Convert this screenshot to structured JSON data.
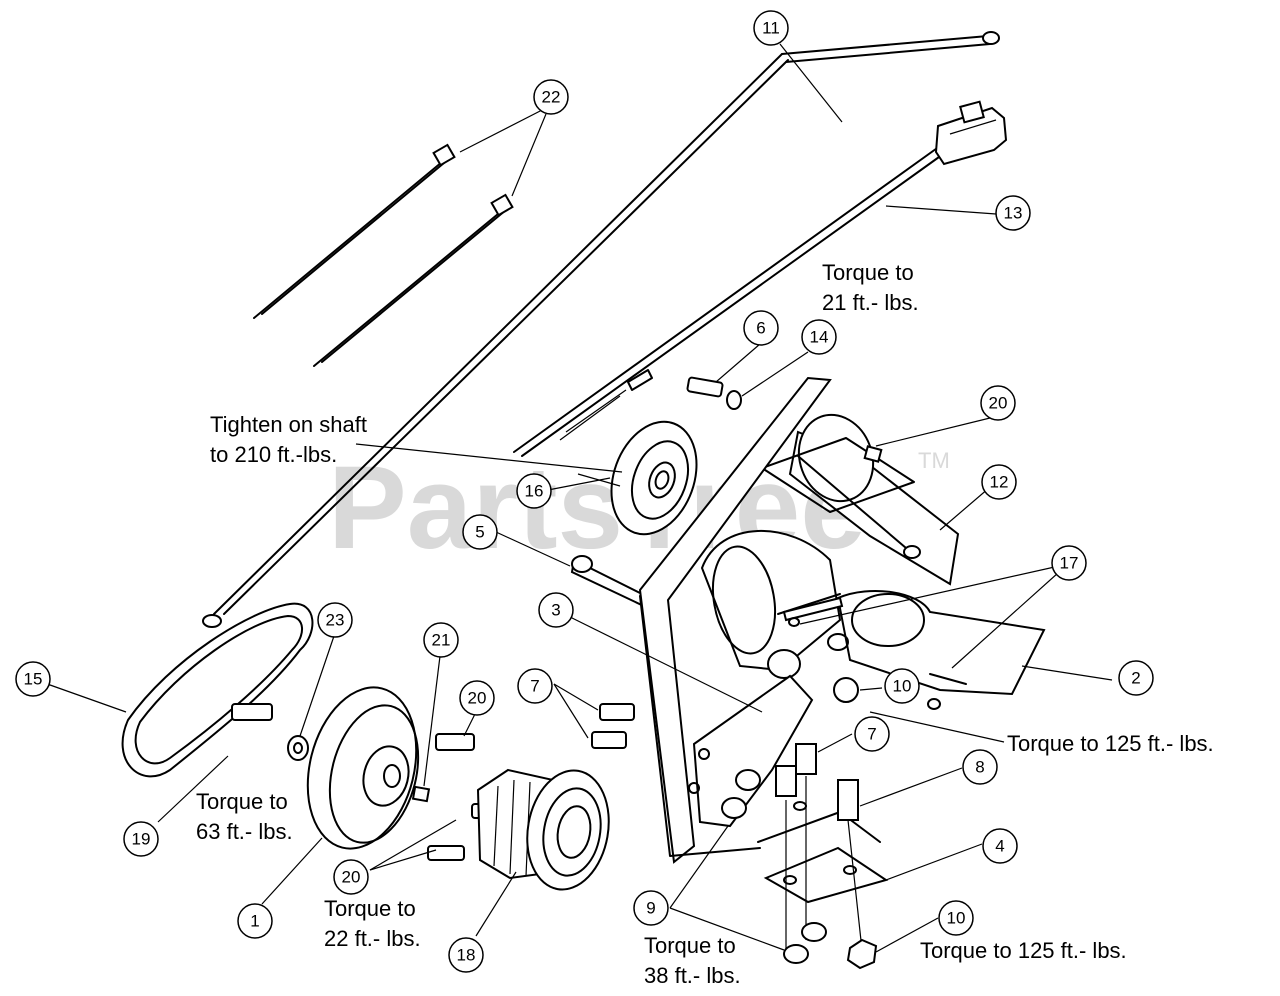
{
  "watermark": {
    "text": "PartsTree",
    "trademark": "TM"
  },
  "callouts": [
    {
      "id": "c1",
      "label": "1"
    },
    {
      "id": "c2",
      "label": "2"
    },
    {
      "id": "c3",
      "label": "3"
    },
    {
      "id": "c4",
      "label": "4"
    },
    {
      "id": "c5",
      "label": "5"
    },
    {
      "id": "c6",
      "label": "6"
    },
    {
      "id": "c7a",
      "label": "7"
    },
    {
      "id": "c7b",
      "label": "7"
    },
    {
      "id": "c8",
      "label": "8"
    },
    {
      "id": "c9",
      "label": "9"
    },
    {
      "id": "c10a",
      "label": "10"
    },
    {
      "id": "c10b",
      "label": "10"
    },
    {
      "id": "c11",
      "label": "11"
    },
    {
      "id": "c12",
      "label": "12"
    },
    {
      "id": "c13",
      "label": "13"
    },
    {
      "id": "c14",
      "label": "14"
    },
    {
      "id": "c15",
      "label": "15"
    },
    {
      "id": "c16",
      "label": "16"
    },
    {
      "id": "c17",
      "label": "17"
    },
    {
      "id": "c18",
      "label": "18"
    },
    {
      "id": "c19",
      "label": "19"
    },
    {
      "id": "c20a",
      "label": "20"
    },
    {
      "id": "c20b",
      "label": "20"
    },
    {
      "id": "c20c",
      "label": "20"
    },
    {
      "id": "c21",
      "label": "21"
    },
    {
      "id": "c22",
      "label": "22"
    },
    {
      "id": "c23",
      "label": "23"
    }
  ],
  "notes": {
    "torque_21_l1": "Torque to",
    "torque_21_l2": "21 ft.- lbs.",
    "tighten_l1": "Tighten on shaft",
    "tighten_l2": "to 210 ft.-lbs.",
    "torque_125_upper": "Torque to 125 ft.- lbs.",
    "torque_63_l1": "Torque to",
    "torque_63_l2": "63 ft.- lbs.",
    "torque_22_l1": "Torque to",
    "torque_22_l2": "22 ft.- lbs.",
    "torque_38_l1": "Torque to",
    "torque_38_l2": "38 ft.- lbs.",
    "torque_125_lower": "Torque to 125 ft.- lbs."
  }
}
